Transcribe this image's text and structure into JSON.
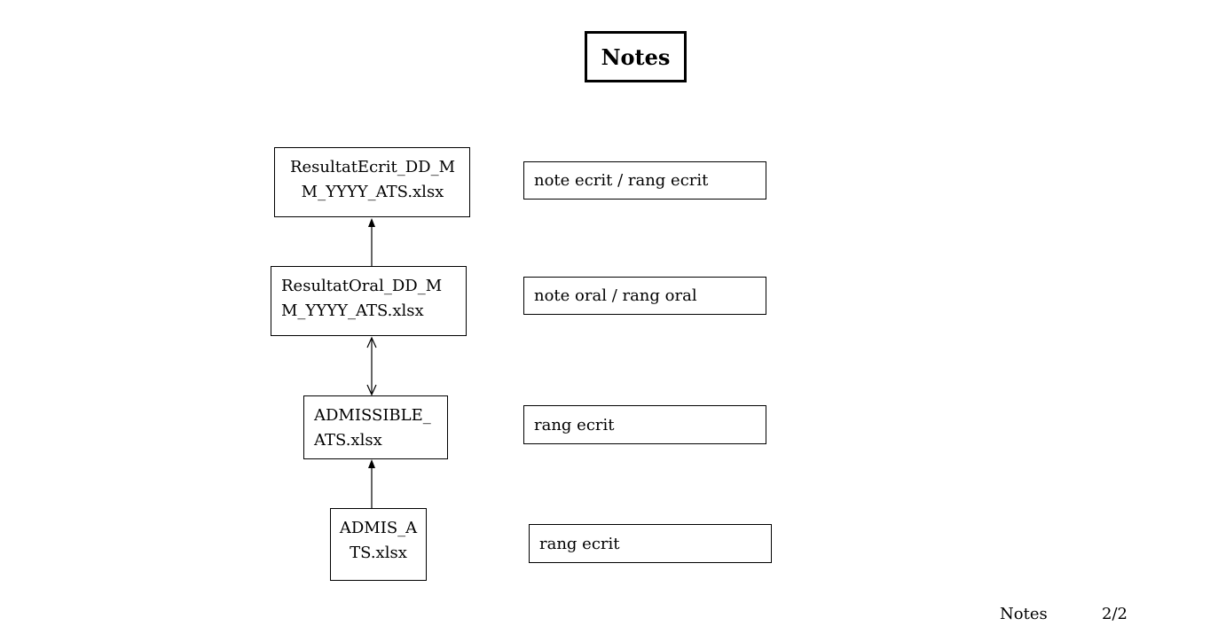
{
  "title": "Notes",
  "files": [
    {
      "name": "ResultatEcrit_DD_MM_YYYY_ATS.xlsx"
    },
    {
      "name": "ResultatOral_DD_MM_YYYY_ATS.xlsx"
    },
    {
      "name": "ADMISSIBLE_ATS.xlsx"
    },
    {
      "name": "ADMIS_ATS.xlsx"
    }
  ],
  "notes": [
    {
      "text": "note ecrit / rang ecrit"
    },
    {
      "text": "note oral / rang oral"
    },
    {
      "text": "rang ecrit"
    },
    {
      "text": "rang ecrit"
    }
  ],
  "footer": {
    "label": "Notes",
    "page": "2/2"
  }
}
